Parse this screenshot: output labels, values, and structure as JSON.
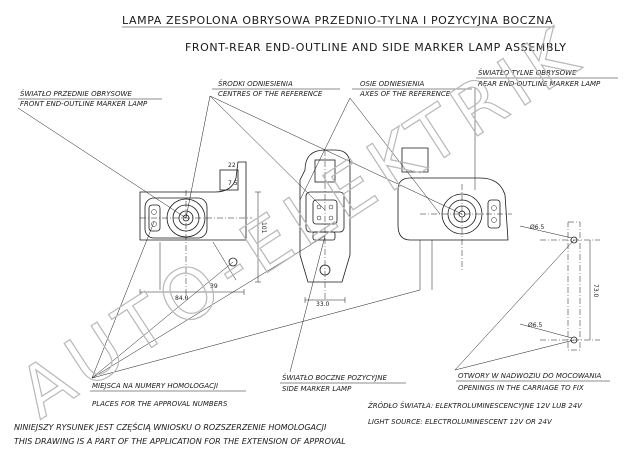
{
  "titles": {
    "pl": "LAMPA  ZESPOLONA OBRYSOWA PRZEDNIO-TYLNA I POZYCYJNA BOCZNA",
    "en": "FRONT-REAR END-OUTLINE AND SIDE MARKER LAMP ASSEMBLY"
  },
  "labels": {
    "front_pl": "ŚWIATŁO PRZEDNIE OBRYSOWE",
    "front_en": "FRONT END-OUTLINE MARKER LAMP",
    "centres_pl": "ŚRODKI ODNIESIENIA",
    "centres_en": "CENTRES OF THE REFERENCE",
    "axes_pl": "OSIE ODNIESIENIA",
    "axes_en": "AXES OF THE REFERENCE",
    "rear_pl": "ŚWIATŁO TYLNE OBRYSOWE",
    "rear_en": "REAR END-OUTLINE MARKER LAMP",
    "places_pl": "MIEJSCA NA NUMERY HOMOLOGACJI",
    "places_en": "PLACES FOR THE APPROVAL NUMBERS",
    "side_pl": "ŚWIATŁO BOCZNE POZYCYJNE",
    "side_en": "SIDE MARKER LAMP",
    "holes_pl": "OTWORY W NADWOZIU DO MOCOWANIA",
    "holes_en": "OPENINGS IN THE CARRIAGE TO FIX",
    "source_pl": "ŹRÓDŁO ŚWIATŁA: ELEKTROLUMINESCENCYJNE 12V LUB 24V",
    "source_en": "LIGHT SOURCE: ELECTROLUMINESCENT 12V OR 24V"
  },
  "footer": {
    "pl": "NINIEJSZY RYSUNEK JEST CZĘŚCIĄ WNIOSKU O ROZSZERZENIE HOMOLOGACJI",
    "en": "THIS DRAWING IS A PART OF THE APPLICATION FOR THE EXTENSION OF APPROVAL"
  },
  "dimensions": {
    "left_height": "101",
    "left_width": "84.0",
    "left_width2": "39",
    "middle_width": "33.0",
    "right_dia_top": "Ø6.5",
    "right_dia_bottom": "Ø6.5",
    "right_spacing": "73.0",
    "mid_small_1": "22",
    "mid_small_2": "7.5"
  },
  "watermark": "AUTO-ELEKTRIK"
}
